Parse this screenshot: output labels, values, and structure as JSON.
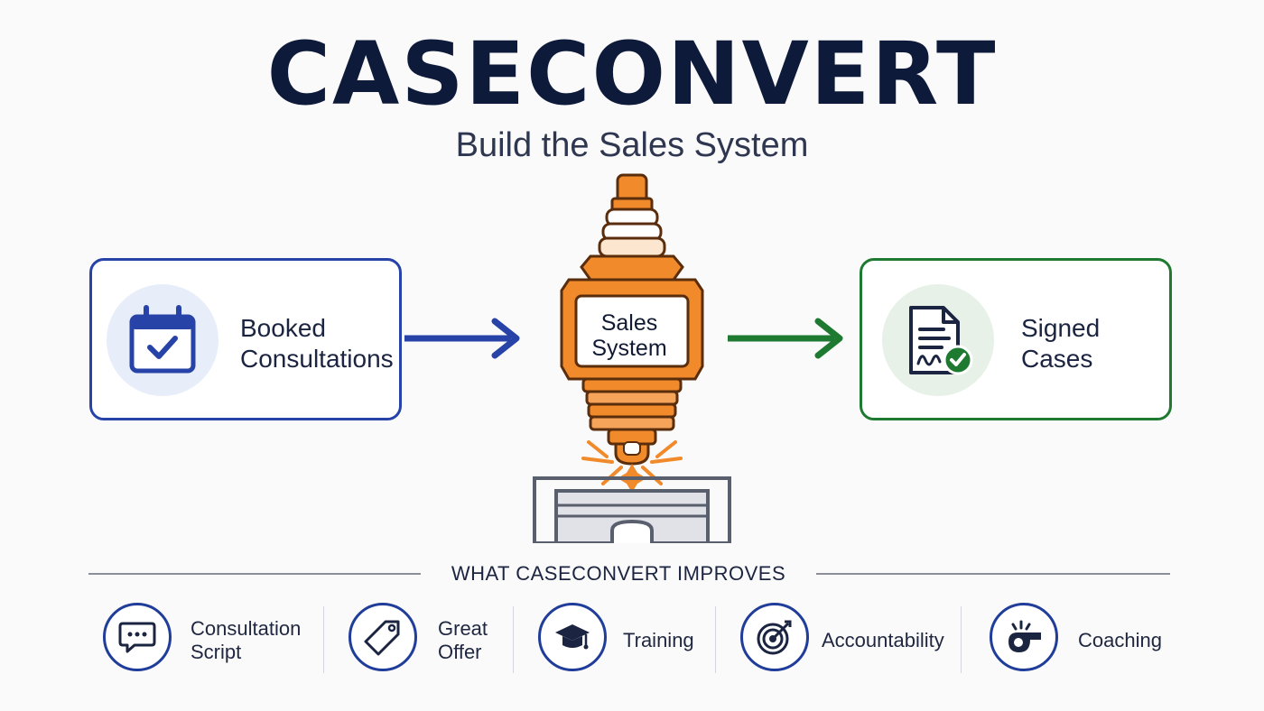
{
  "header": {
    "title": "CASECONVERT",
    "subtitle": "Build the Sales System"
  },
  "flow": {
    "input": {
      "label_line1": "Booked",
      "label_line2": "Consultations",
      "icon": "calendar-check-icon",
      "color": "#2743a8"
    },
    "engine": {
      "label_line1": "Sales",
      "label_line2": "System",
      "icon": "spark-plug-icon",
      "color": "#ee7f1d"
    },
    "output": {
      "label_line1": "Signed",
      "label_line2": "Cases",
      "icon": "signed-document-icon",
      "color": "#1f7a31"
    }
  },
  "improves": {
    "title": "WHAT CASECONVERT IMPROVES",
    "items": [
      {
        "label": "Consultation\nScript",
        "icon": "chat-bubble-icon"
      },
      {
        "label": "Great\nOffer",
        "icon": "price-tag-icon"
      },
      {
        "label": "Training",
        "icon": "graduation-cap-icon"
      },
      {
        "label": "Accountability",
        "icon": "target-icon"
      },
      {
        "label": "Coaching",
        "icon": "whistle-icon"
      }
    ]
  }
}
